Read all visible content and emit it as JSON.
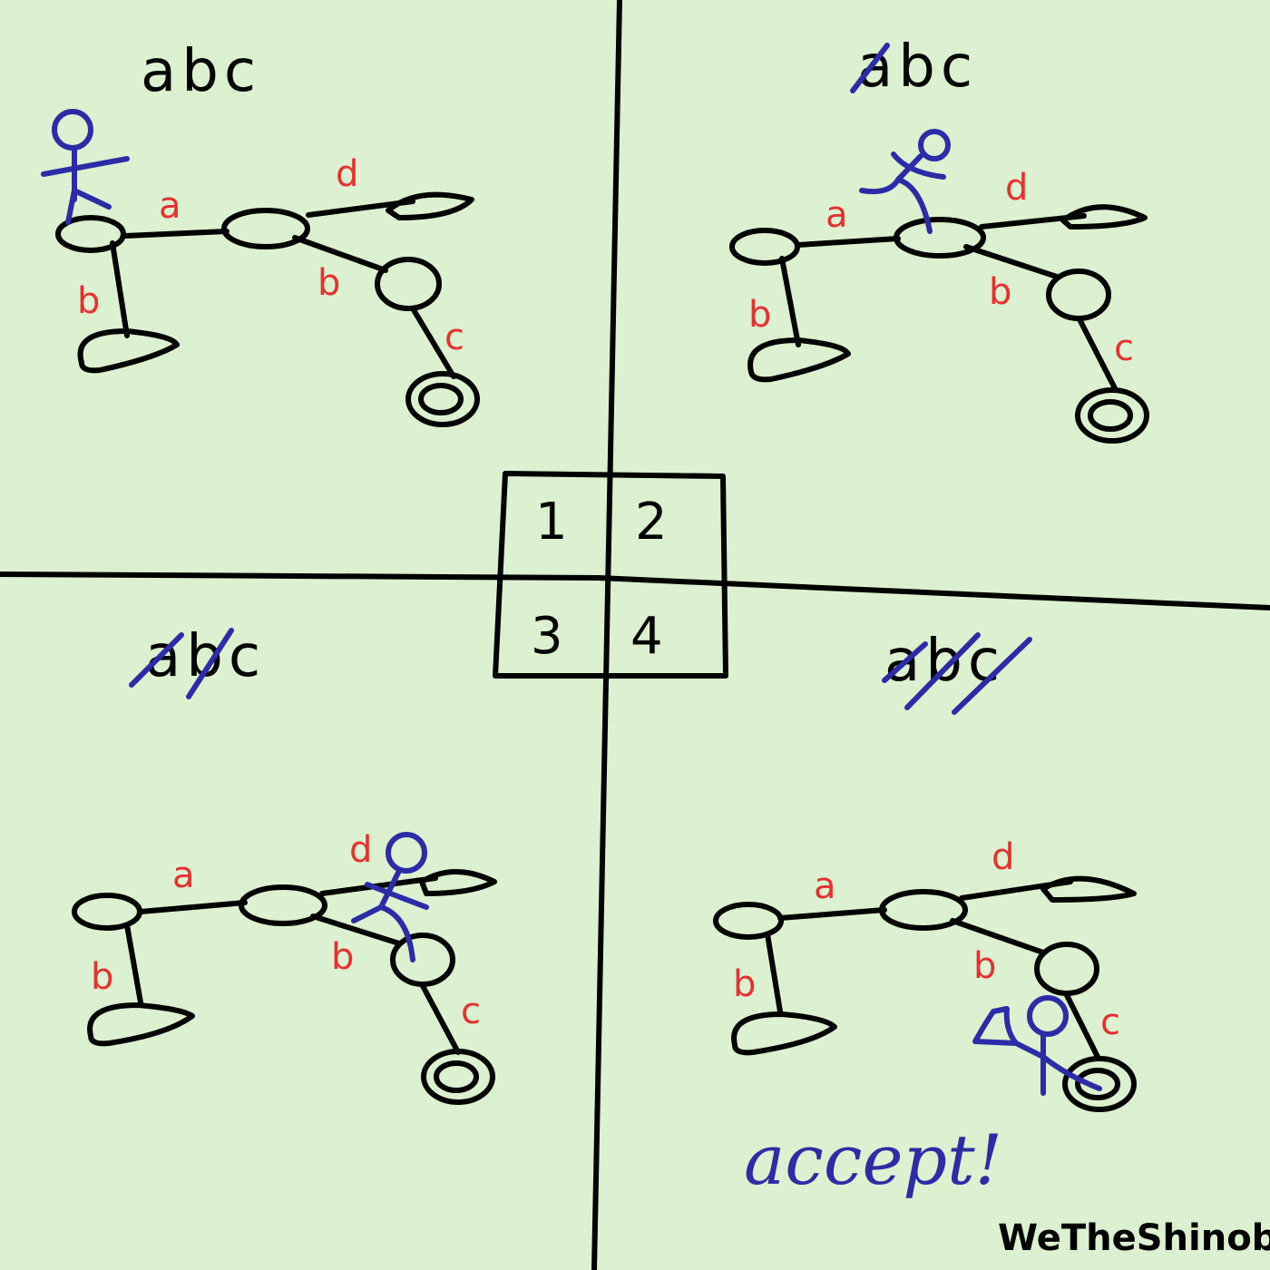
{
  "colors": {
    "background": "#dcf1cf",
    "ink": "#000000",
    "edge_label": "#e83030",
    "walker": "#2c2ca8"
  },
  "panel_order": {
    "cells": [
      "1",
      "2",
      "3",
      "4"
    ]
  },
  "input_string": "abc",
  "edge_labels": {
    "a": "a",
    "b": "b",
    "c": "c",
    "d": "d"
  },
  "panels": [
    {
      "step": "1",
      "input": "abc",
      "consumed": 0
    },
    {
      "step": "2",
      "input": "abc",
      "consumed": 1
    },
    {
      "step": "3",
      "input": "abc",
      "consumed": 2
    },
    {
      "step": "4",
      "input": "abc",
      "consumed": 3
    }
  ],
  "result": "accept!",
  "signature": "WeTheShinobi",
  "icons": {
    "walker": "stick-figure-icon",
    "accept_state": "double-circle-icon"
  }
}
